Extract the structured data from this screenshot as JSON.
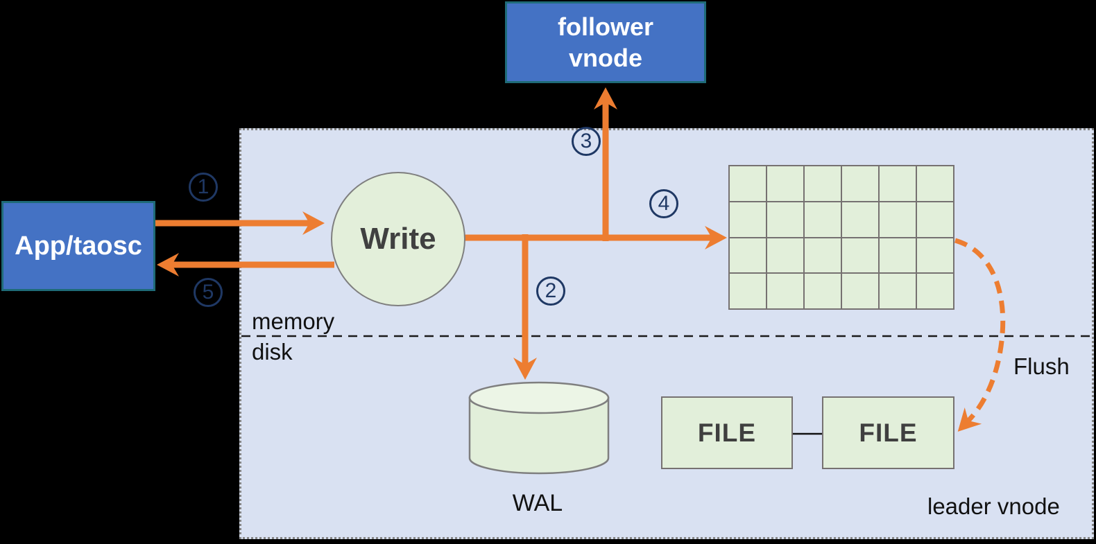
{
  "diagram": {
    "app_box": {
      "label": "App/taosc"
    },
    "follower_box": {
      "label_line1": "follower",
      "label_line2": "vnode"
    },
    "leader_region": {
      "label": "leader vnode",
      "write_node_label": "Write",
      "memory_label": "memory",
      "disk_label": "disk",
      "wal_label": "WAL",
      "flush_label": "Flush",
      "file_boxes": [
        {
          "label": "FILE"
        },
        {
          "label": "FILE"
        }
      ],
      "mem_grid": {
        "rows": 4,
        "cols": 6
      }
    },
    "steps": [
      "1",
      "2",
      "3",
      "4",
      "5"
    ],
    "colors": {
      "arrow_orange": "#ED7D31",
      "step_navy": "#1F3864",
      "node_blue_fill": "#4472C4",
      "node_blue_border": "#1F6B78",
      "node_green_fill": "#E2EFDA",
      "region_lavender": "#D9E1F2",
      "grid_line_gray": "#767171",
      "background": "#000000"
    }
  }
}
